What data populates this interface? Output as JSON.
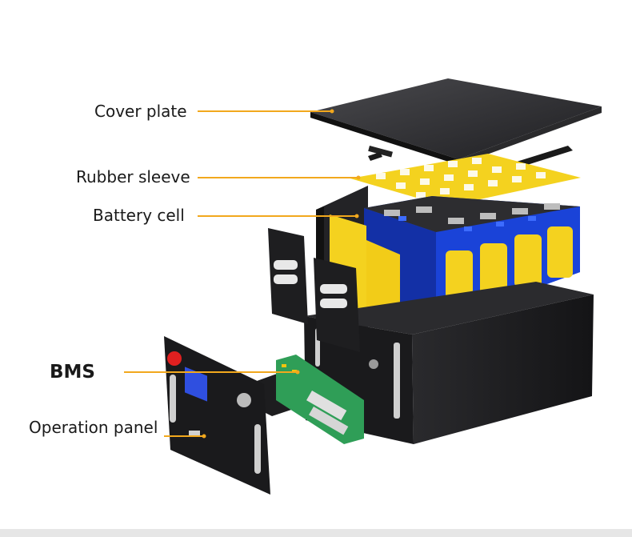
{
  "labels": {
    "cover_plate": "Cover plate",
    "rubber_sleeve": "Rubber sleeve",
    "battery_cell": "Battery cell",
    "bms": "BMS",
    "operation_panel": "Operation panel"
  },
  "colors": {
    "leader_line": "#f2a81d",
    "casing": "#1c1c1e",
    "cell_blue": "#1a43d8",
    "cell_yellow": "#f4d21f",
    "pcb_green": "#2f9e57"
  }
}
